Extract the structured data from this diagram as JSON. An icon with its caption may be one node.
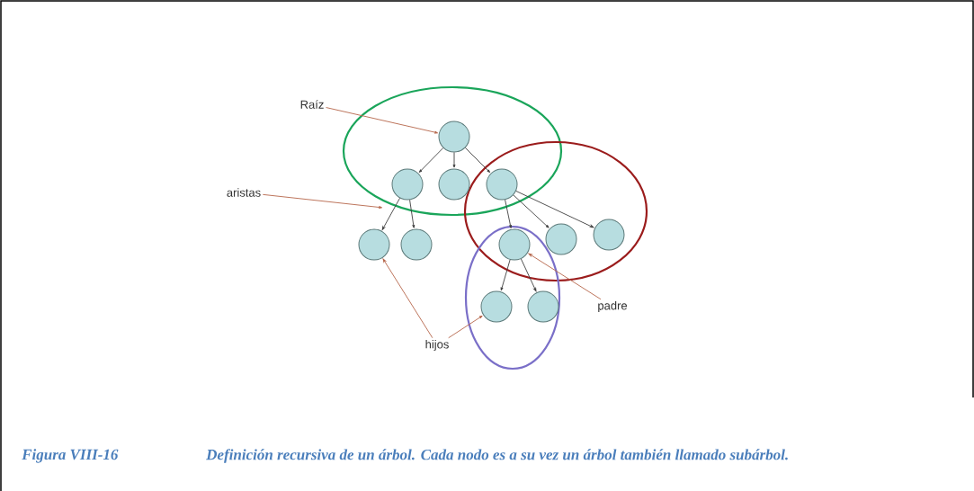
{
  "diagram": {
    "caption": "Definición recursiva de un árbol. Cada nodo es a su vez un árbol también llamado subárbol.",
    "nodes": [
      {
        "text": [],
        "shape": "circle"
      },
      {
        "text": [],
        "shape": "circle"
      },
      {
        "text": [],
        "shape": "circle"
      },
      {
        "text": [],
        "shape": "circle"
      },
      {
        "text": [],
        "shape": "circle"
      },
      {
        "text": [],
        "shape": "circle"
      },
      {
        "text": [],
        "shape": "circle"
      },
      {
        "text": [],
        "shape": "circle"
      },
      {
        "text": [],
        "shape": "circle"
      },
      {
        "text": [],
        "shape": "circle"
      },
      {
        "text": [],
        "shape": "circle"
      },
      {
        "text": [
          "Raíz"
        ]
      },
      {
        "text": [
          "aristas"
        ]
      },
      {
        "text": [
          "hijos"
        ]
      },
      {
        "text": [
          "padre"
        ]
      }
    ],
    "edges": [
      {
        "from": 0,
        "to": 1,
        "arrow": "to"
      },
      {
        "from": 0,
        "to": 2,
        "arrow": "to"
      },
      {
        "from": 0,
        "to": 3,
        "arrow": "to"
      },
      {
        "from": 1,
        "to": 4,
        "arrow": "to"
      },
      {
        "from": 1,
        "to": 5,
        "arrow": "to"
      },
      {
        "from": 3,
        "to": 6,
        "arrow": "to"
      },
      {
        "from": 3,
        "to": 7,
        "arrow": "to"
      },
      {
        "from": 3,
        "to": 8,
        "arrow": "to"
      },
      {
        "from": 6,
        "to": 9,
        "arrow": "to"
      },
      {
        "from": 6,
        "to": 10,
        "arrow": "to"
      },
      {
        "from": 11,
        "to": 0,
        "arrow": "to",
        "color": "#b5654a"
      },
      {
        "from": 12,
        "to": null,
        "arrow": "to",
        "color": "#b5654a"
      },
      {
        "from": 13,
        "to": 4,
        "arrow": "to",
        "color": "#b5654a"
      },
      {
        "from": 13,
        "to": 9,
        "arrow": "to",
        "color": "#b5654a"
      },
      {
        "from": 14,
        "to": 6,
        "arrow": "to",
        "color": "#b5654a"
      }
    ],
    "labels": [
      "Figura VIII-16"
    ]
  }
}
